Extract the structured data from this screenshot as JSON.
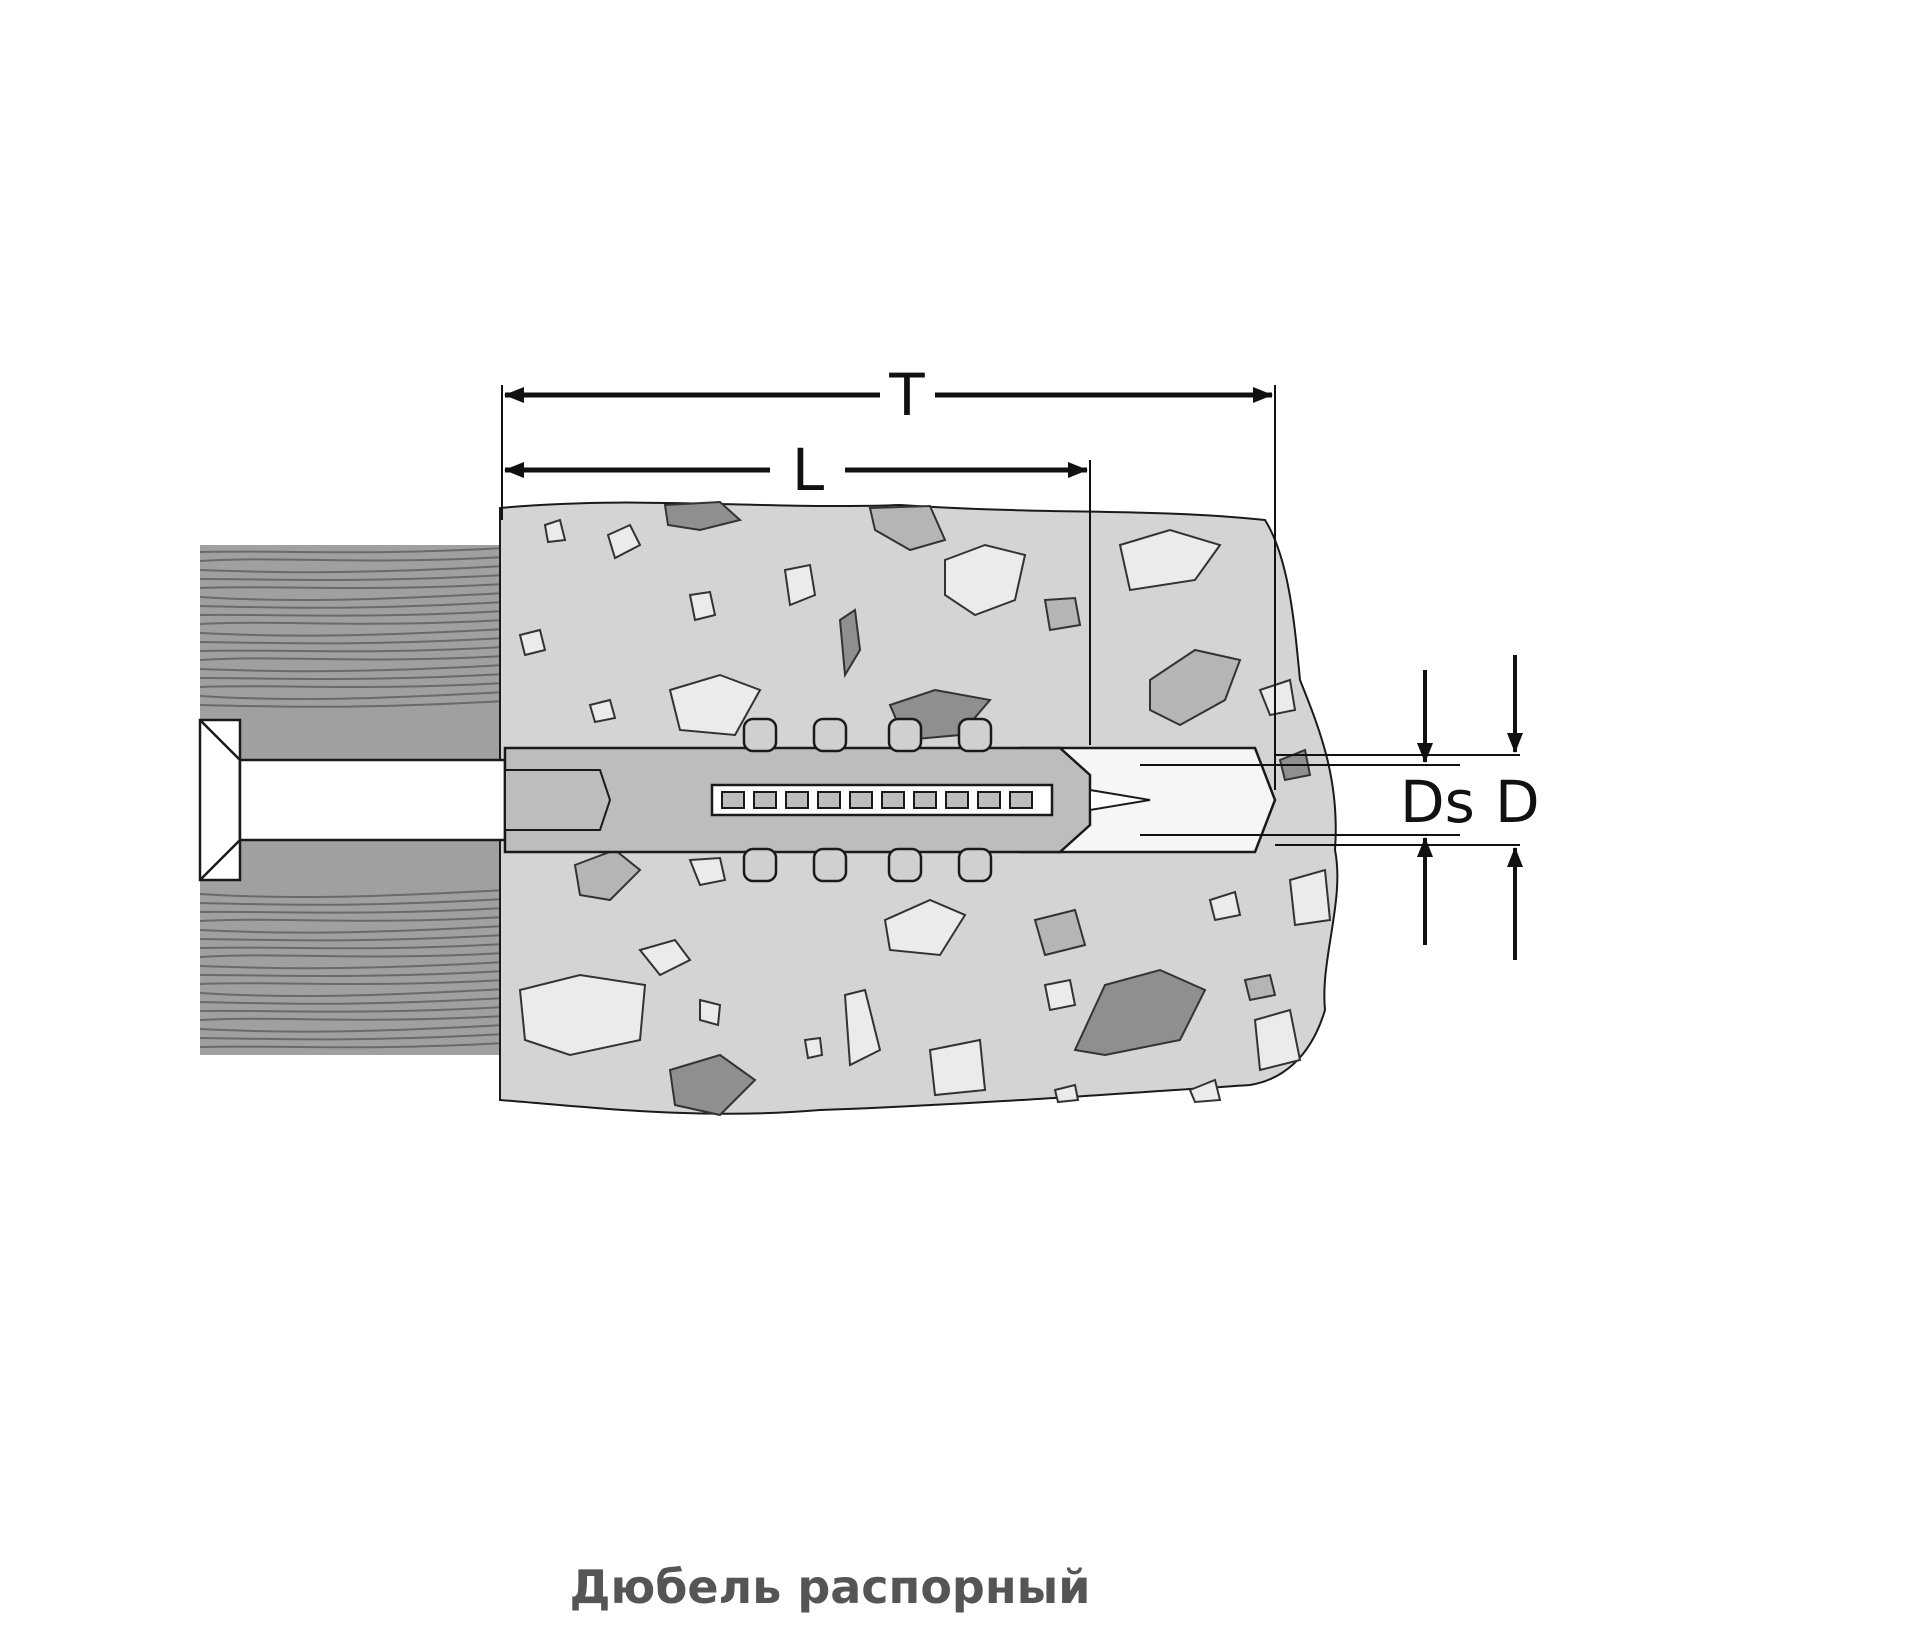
{
  "diagram": {
    "labels": {
      "total_length": "T",
      "dowel_length": "L",
      "screw_diameter": "Ds",
      "dowel_diameter": "D"
    },
    "colors": {
      "concrete": "#d4d4d4",
      "wood": "#9a9a9a",
      "stone_light": "#ebebeb",
      "stone_dark": "#8f8f8f",
      "dowel": "#bdbdbd",
      "outline": "#1a1a1a"
    }
  },
  "caption": "Дюбель распорный"
}
